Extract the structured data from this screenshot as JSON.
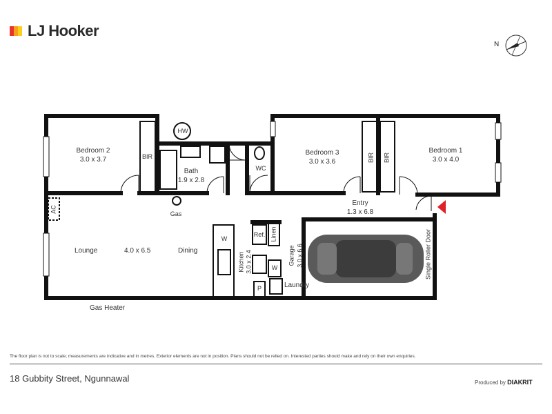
{
  "brand": {
    "name": "LJ Hooker",
    "colors": [
      "#e8342f",
      "#f6a11a",
      "#fbcf1b"
    ]
  },
  "compass": {
    "label": "N",
    "icon": "compass-north-icon"
  },
  "rooms": {
    "bedroom2": {
      "name": "Bedroom 2",
      "size": "3.0 x 3.7"
    },
    "bir_left": "BIR",
    "hw": "HW",
    "bath": {
      "name": "Bath",
      "size": "1.9 x 2.8"
    },
    "wc": "WC",
    "bedroom3": {
      "name": "Bedroom 3",
      "size": "3.0 x 3.6"
    },
    "bir_mid": "BIR",
    "bir_right": "BIR",
    "bedroom1": {
      "name": "Bedroom 1",
      "size": "3.0 x 4.0"
    },
    "ac": "AC",
    "gas": "Gas",
    "entry": {
      "name": "Entry",
      "size": "1.3 x 6.8"
    },
    "lounge": "Lounge",
    "lounge_size": "4.0 x 6.5",
    "dining": "Dining",
    "w_kitchen": "W",
    "kitchen": "Kitchen",
    "kitchen_size": "3.0 x 2.4",
    "ref": "Ref.",
    "linen": "Linen",
    "w_laundry": "W",
    "pantry": "P",
    "laundry": "Laundry",
    "garage": "Garage",
    "garage_size": "3.0 x 6.6",
    "roller_door": "Single Roller Door",
    "gas_heater": "Gas Heater"
  },
  "footer": {
    "disclaimer": "The floor plan is not to scale; measurements are indicative and in metres. Exterior elements are not in position. Plans should not be relied on. Interested parties should make and rely on their own enquiries.",
    "address": "18 Gubbity Street, Ngunnawal",
    "produced_by": "Produced by",
    "producer": "DIAKRIT"
  },
  "colors": {
    "wall": "#111111",
    "entry_marker": "#e0202a",
    "car": "#555555"
  }
}
